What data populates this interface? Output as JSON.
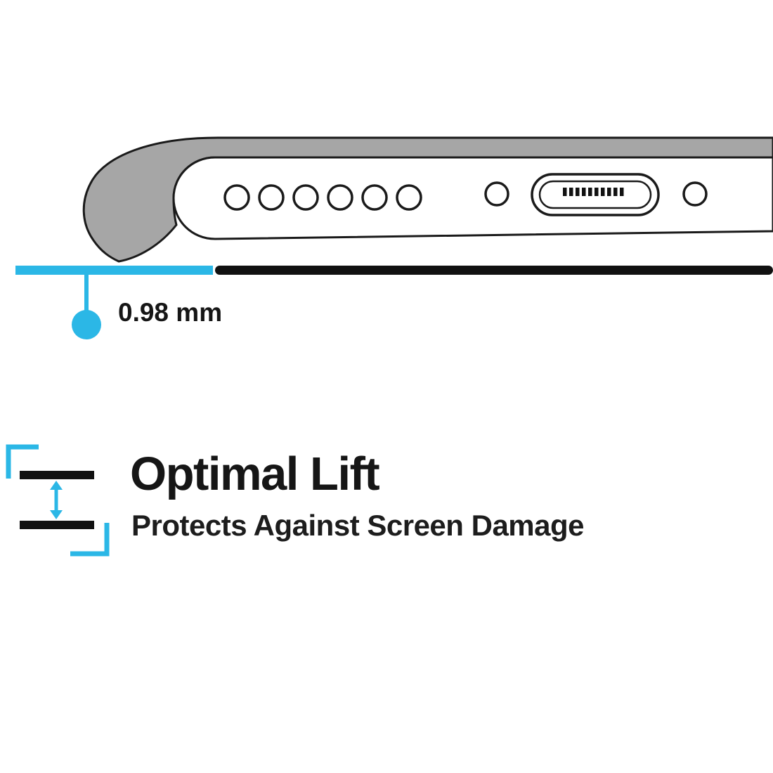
{
  "colors": {
    "accent": "#2bb7e6",
    "ink": "#161616",
    "case_gray": "#a6a6a6",
    "bar_black": "#111111"
  },
  "measurement": {
    "value_label": "0.98 mm"
  },
  "feature": {
    "title": "Optimal Lift",
    "subtitle": "Protects Against Screen Damage"
  },
  "illustration": {
    "subject": "phone-bottom-edge-in-case",
    "speaker_hole_count": 6
  }
}
